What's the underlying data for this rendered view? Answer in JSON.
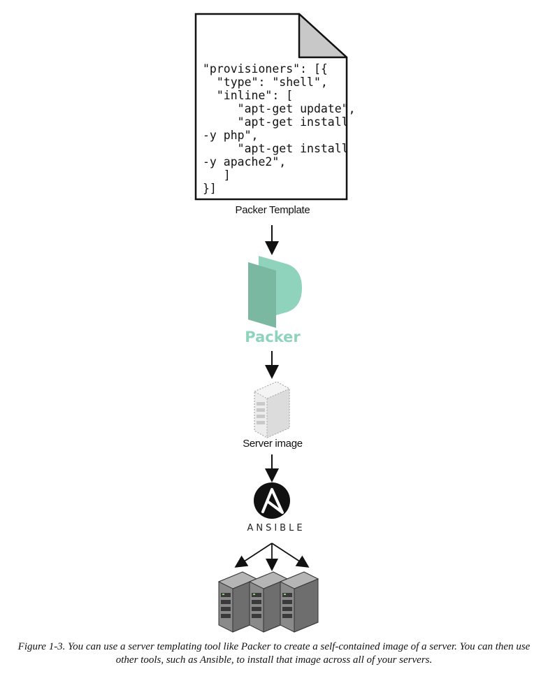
{
  "template": {
    "code_lines": [
      "\"provisioners\": [{",
      "  \"type\": \"shell\",",
      "  \"inline\": [",
      "     \"apt-get update\",",
      "     \"apt-get install",
      "-y php\",",
      "     \"apt-get install",
      "-y apache2\",",
      "   ]",
      "}]"
    ],
    "label": "Packer Template"
  },
  "packer": {
    "label": "Packer",
    "color": "#8fd3bc",
    "dark_color": "#7ab8a2"
  },
  "server_image": {
    "label": "Server image",
    "icon": "server-image-icon"
  },
  "ansible": {
    "label": "ANSIBLE",
    "icon": "ansible-logo-icon"
  },
  "servers": {
    "count": 3,
    "icon": "server-rack-icon"
  },
  "caption": {
    "line1": "Figure 1-3. You can use a server templating tool like Packer to create a self-contained image of a server. You can then use",
    "line2": "other tools, such as Ansible, to install that image across all of your servers."
  }
}
